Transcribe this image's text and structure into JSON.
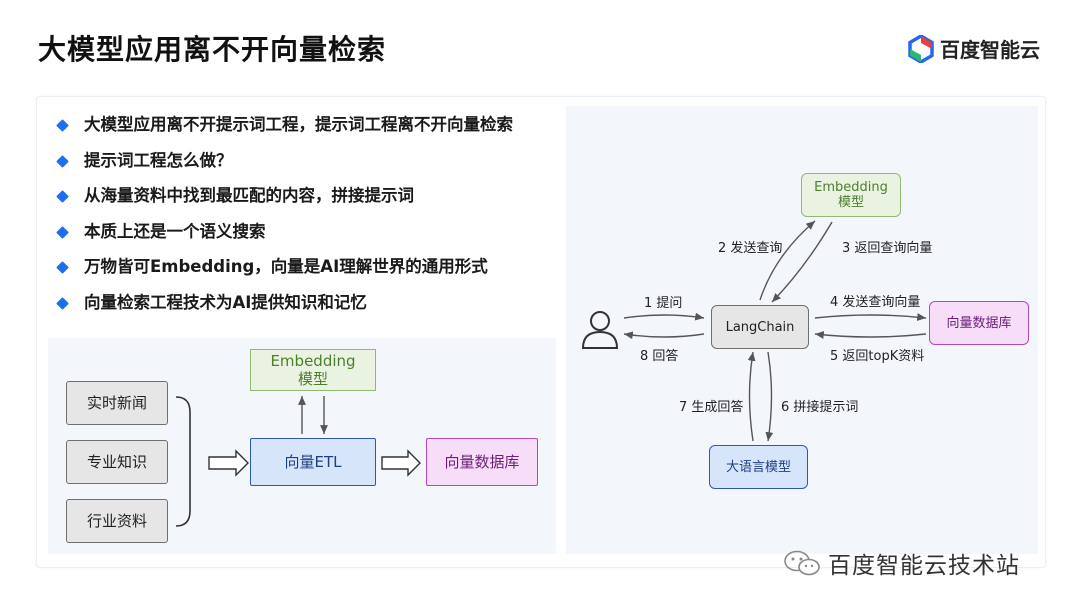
{
  "slide": {
    "title": "大模型应用离不开向量检索",
    "brand": "百度智能云",
    "watermark": "百度智能云技术站"
  },
  "bullets": [
    "大模型应用离不开提示词工程，提示词工程离不开向量检索",
    "提示词工程怎么做？",
    "从海量资料中找到最匹配的内容，拼接提示词",
    "本质上还是一个语义搜索",
    "万物皆可Embedding，向量是AI理解世界的通用形式",
    "向量检索工程技术为AI提供知识和记忆"
  ],
  "etl_diagram": {
    "sources": [
      "实时新闻",
      "专业知识",
      "行业资料"
    ],
    "embedding_line1": "Embedding",
    "embedding_line2": "模型",
    "etl": "向量ETL",
    "vector_db": "向量数据库"
  },
  "flow_diagram": {
    "user_icon": "user-icon",
    "langchain": "LangChain",
    "embedding_line1": "Embedding",
    "embedding_line2": "模型",
    "vector_db": "向量数据库",
    "llm": "大语言模型",
    "steps": {
      "s1": "1 提问",
      "s2": "2 发送查询",
      "s3": "3 返回查询向量",
      "s4": "4 发送查询向量",
      "s5": "5 返回topK资料",
      "s6": "6 拼接提示词",
      "s7": "7 生成回答",
      "s8": "8 回答"
    }
  },
  "colors": {
    "accent_blue": "#1f6ef2",
    "embedding_green": "#8fb977",
    "etl_blue": "#2c59b8",
    "db_purple": "#b447c2"
  }
}
